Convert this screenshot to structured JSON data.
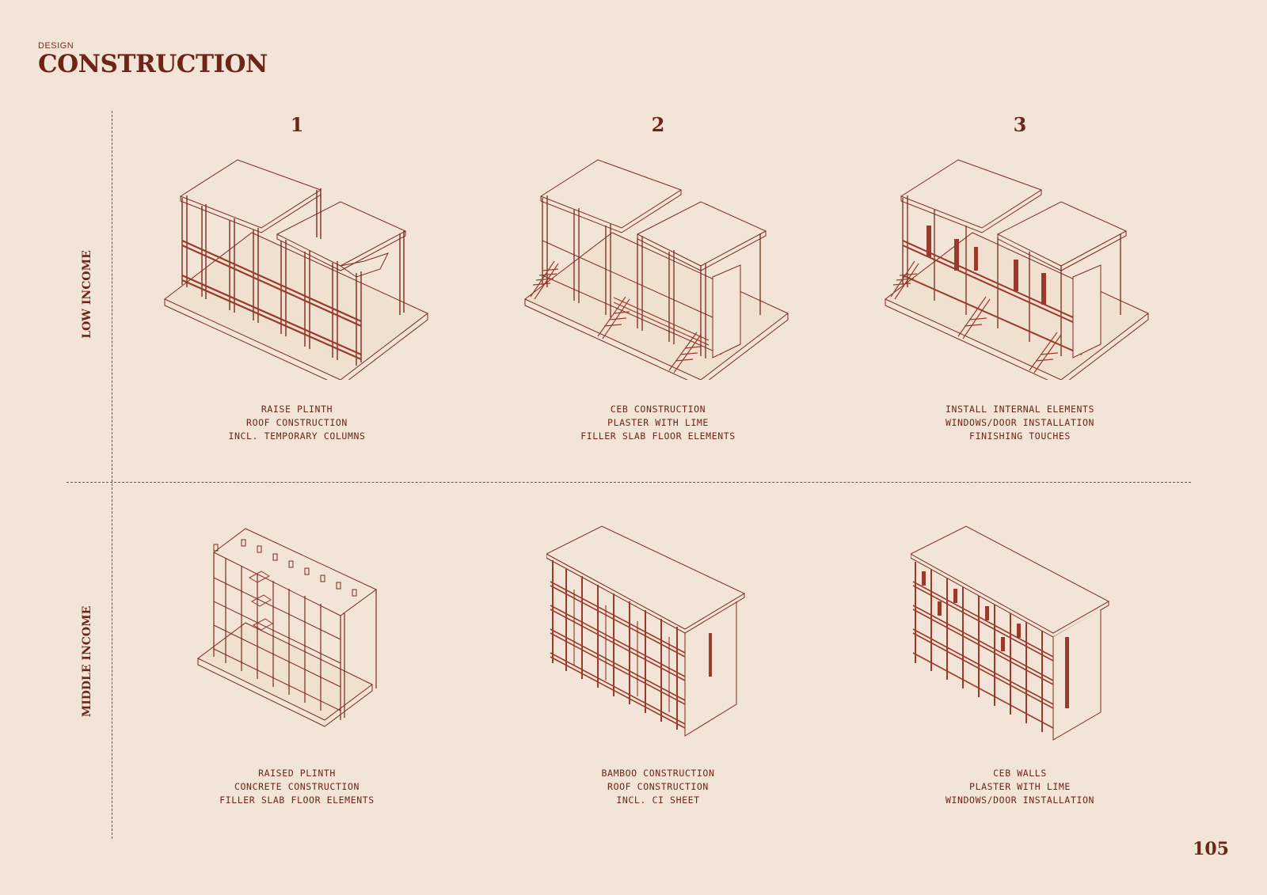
{
  "header": {
    "kicker": "DESIGN",
    "title": "CONSTRUCTION"
  },
  "rows": {
    "low": "LOW INCOME",
    "middle": "MIDDLE INCOME"
  },
  "steps": [
    "1",
    "2",
    "3"
  ],
  "captions": {
    "low": [
      [
        "RAISE PLINTH",
        "ROOF CONSTRUCTION",
        "INCL. TEMPORARY COLUMNS"
      ],
      [
        "CEB CONSTRUCTION",
        "PLASTER WITH LIME",
        "FILLER SLAB FLOOR ELEMENTS"
      ],
      [
        "INSTALL INTERNAL ELEMENTS",
        "WINDOWS/DOOR INSTALLATION",
        "FINISHING TOUCHES"
      ]
    ],
    "middle": [
      [
        "RAISED PLINTH",
        "CONCRETE CONSTRUCTION",
        "FILLER SLAB FLOOR ELEMENTS"
      ],
      [
        "BAMBOO CONSTRUCTION",
        "ROOF CONSTRUCTION",
        "INCL. CI SHEET"
      ],
      [
        "CEB WALLS",
        "PLASTER WITH LIME",
        "WINDOWS/DOOR INSTALLATION"
      ]
    ]
  },
  "page_number": "105",
  "colors": {
    "background": "#f2e5d7",
    "ink": "#7a2a1e",
    "title": "#6e2418"
  }
}
